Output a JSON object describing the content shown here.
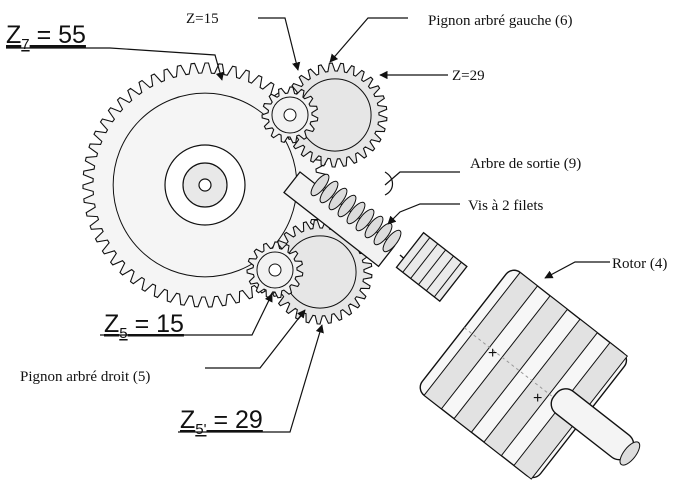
{
  "labels": {
    "z7": {
      "base": "Z",
      "sub": "7",
      "rest": " = 55"
    },
    "z5": {
      "base": "Z",
      "sub": "5",
      "rest": " = 15"
    },
    "z5p": {
      "base": "Z",
      "sub": "5'",
      "rest": " = 29"
    },
    "z15_top": "Z=15",
    "z29_top": "Z=29",
    "pignon_gauche": "Pignon arbré gauche (6)",
    "arbre_sortie": "Arbre de sortie (9)",
    "vis": "Vis à 2 filets",
    "rotor": "Rotor (4)",
    "pignon_droit": "Pignon arbré droit (5)"
  },
  "gears": {
    "big_wheel_teeth": 55,
    "top_small_pinion_teeth": 15,
    "top_large_pinion_teeth": 29,
    "bottom_small_pinion_teeth": 15,
    "bottom_large_pinion_teeth": 29
  }
}
